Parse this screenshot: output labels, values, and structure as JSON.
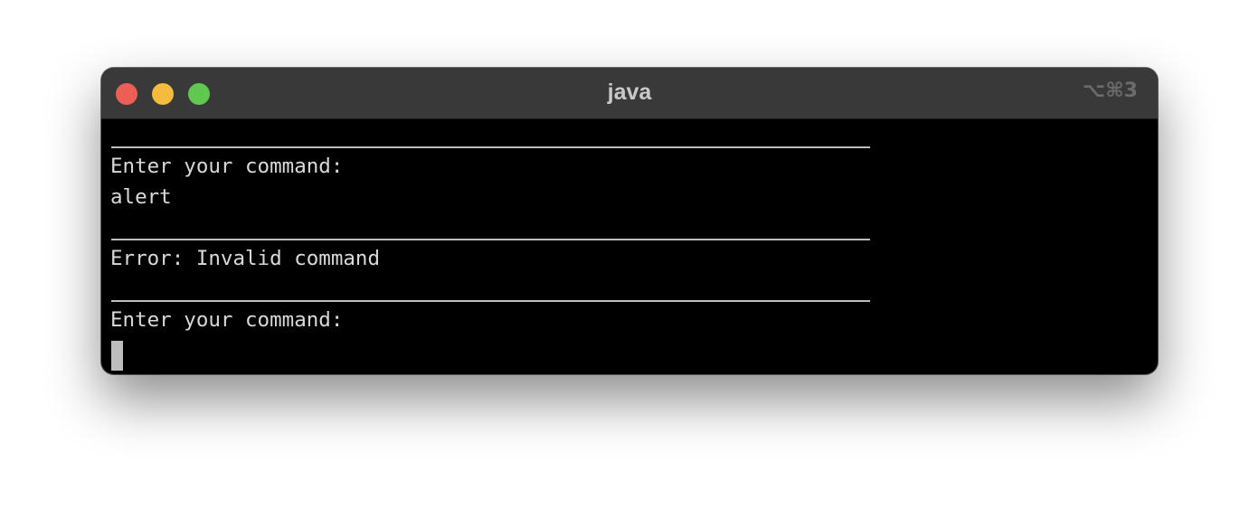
{
  "window": {
    "title": "java",
    "shortcut": "⌥⌘3"
  },
  "terminal": {
    "lines": [
      "Enter your command:",
      "alert",
      "Error: Invalid command",
      "Enter your command:"
    ]
  },
  "colors": {
    "titlebar": "#393939",
    "background": "#000000",
    "text": "#d9d9d9",
    "close": "#ec5f57",
    "minimize": "#f5bc3b",
    "zoom": "#5fc94f"
  }
}
